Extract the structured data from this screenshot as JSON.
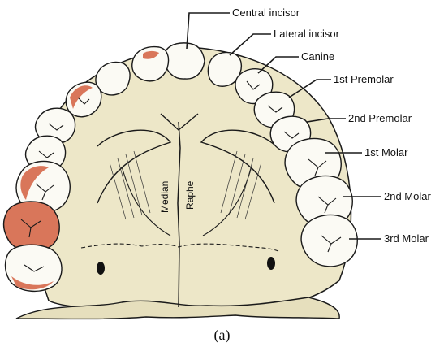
{
  "labels": {
    "central_incisor": "Central incisor",
    "lateral_incisor": "Lateral incisor",
    "canine": "Canine",
    "first_premolar": "1st Premolar",
    "second_premolar": "2nd Premolar",
    "first_molar": "1st Molar",
    "second_molar": "2nd Molar",
    "third_molar": "3rd Molar"
  },
  "midline": {
    "median": "Median",
    "raphe": "Raphe"
  },
  "caption": "(a)",
  "colors": {
    "palate": "#ede7c8",
    "tooth": "#fbfaf4",
    "highlight": "#d9765a",
    "outline": "#1a1a1a"
  }
}
